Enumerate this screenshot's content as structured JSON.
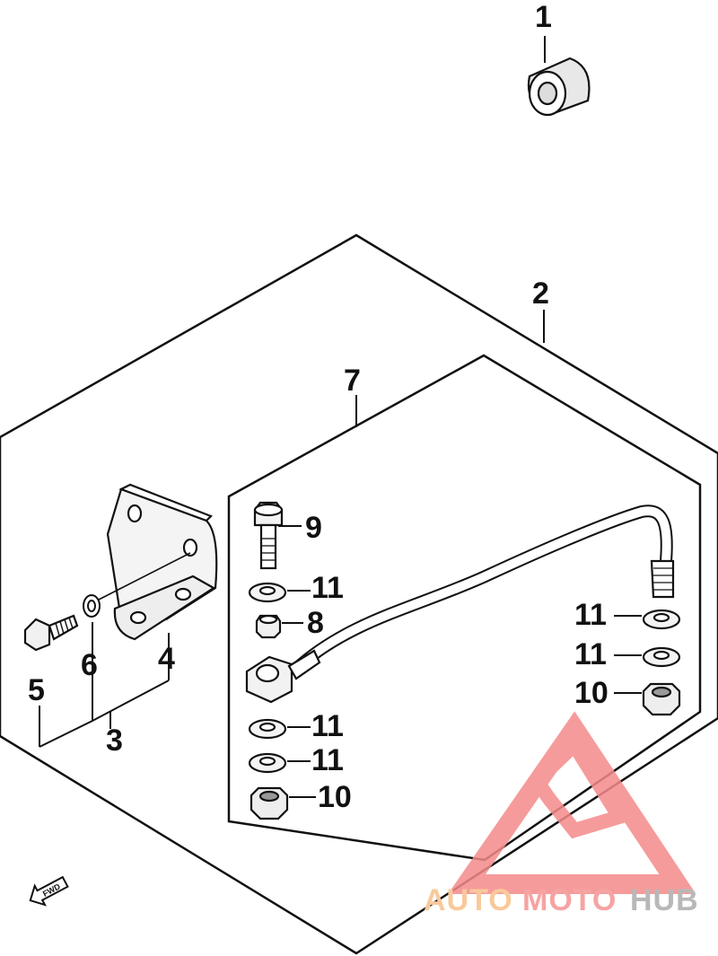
{
  "callouts": {
    "part_1": "1",
    "part_2": "2",
    "part_3": "3",
    "part_4": "4",
    "part_5": "5",
    "part_6": "6",
    "part_7": "7",
    "part_8": "8",
    "part_9": "9",
    "part_10_right": "10",
    "part_10_left": "10",
    "part_11_left_a": "11",
    "part_11_left_b": "11",
    "part_11_left_c": "11",
    "part_11_right_a": "11",
    "part_11_right_b": "11"
  },
  "direction_marker": {
    "label": "FWD"
  },
  "watermark": {
    "auto": "AUTO",
    "moto": "MOTO",
    "hub": "HUB",
    "colors": {
      "auto": "#f9c99a",
      "moto": "#f7a3a3",
      "hub": "#b8b8b8",
      "logo": "#f58a8a"
    }
  }
}
